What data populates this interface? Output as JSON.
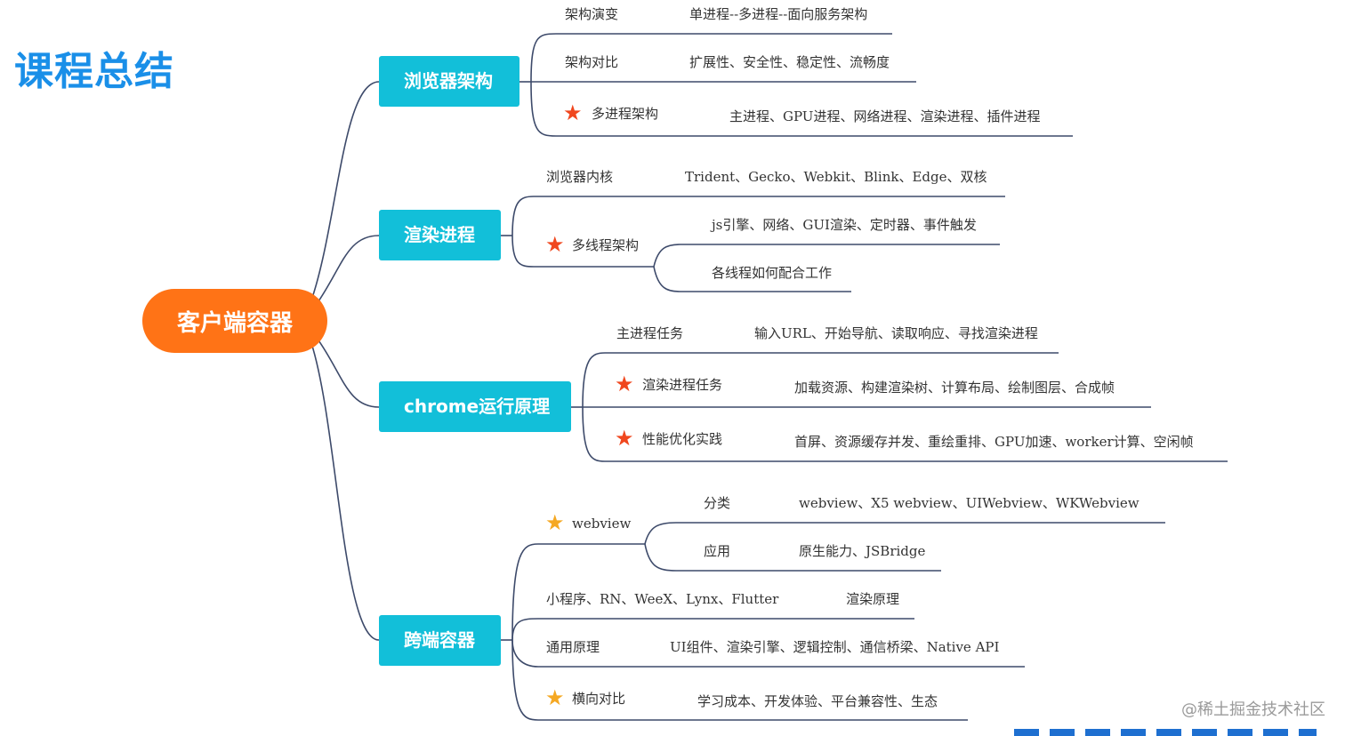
{
  "title": "课程总结",
  "root": "客户端容器",
  "branches": {
    "browser_arch": {
      "label": "浏览器架构",
      "evolution": {
        "label": "架构演变",
        "detail": "单进程--多进程--面向服务架构"
      },
      "compare": {
        "label": "架构对比",
        "detail": "扩展性、安全性、稳定性、流畅度"
      },
      "multi_process": {
        "label": "多进程架构",
        "detail": "主进程、GPU进程、网络进程、渲染进程、插件进程"
      }
    },
    "render_process": {
      "label": "渲染进程",
      "kernel": {
        "label": "浏览器内核",
        "detail": "Trident、Gecko、Webkit、Blink、Edge、双核"
      },
      "multi_thread": {
        "label": "多线程架构",
        "detail1": "js引擎、网络、GUI渲染、定时器、事件触发",
        "detail2": "各线程如何配合工作"
      }
    },
    "chrome": {
      "label": "chrome运行原理",
      "main_task": {
        "label": "主进程任务",
        "detail": "输入URL、开始导航、读取响应、寻找渲染进程"
      },
      "render_task": {
        "label": "渲染进程任务",
        "detail": "加载资源、构建渲染树、计算布局、绘制图层、合成帧"
      },
      "perf": {
        "label": "性能优化实践",
        "detail": "首屏、资源缓存并发、重绘重排、GPU加速、worker计算、空闲帧"
      }
    },
    "cross": {
      "label": "跨端容器",
      "webview": {
        "label": "webview",
        "category": {
          "label": "分类",
          "detail": "webview、X5 webview、UIWebview、WKWebview"
        },
        "usage": {
          "label": "应用",
          "detail": "原生能力、JSBridge"
        }
      },
      "frameworks": {
        "label": "小程序、RN、WeeX、Lynx、Flutter",
        "detail": "渲染原理"
      },
      "principle": {
        "label": "通用原理",
        "detail": "UI组件、渲染引擎、逻辑控制、通信桥梁、Native API"
      },
      "compare": {
        "label": "横向对比",
        "detail": "学习成本、开发体验、平台兼容性、生态"
      }
    }
  },
  "credit": "@稀土掘金技术社区",
  "colors": {
    "title": "#1a8fe8",
    "root": "#ff7316",
    "branch": "#12bfd9",
    "line": "#3d4a6a",
    "star_red": "#f0471e",
    "star_gold": "#f5a823"
  },
  "icons": {
    "key_point": "star-icon"
  }
}
